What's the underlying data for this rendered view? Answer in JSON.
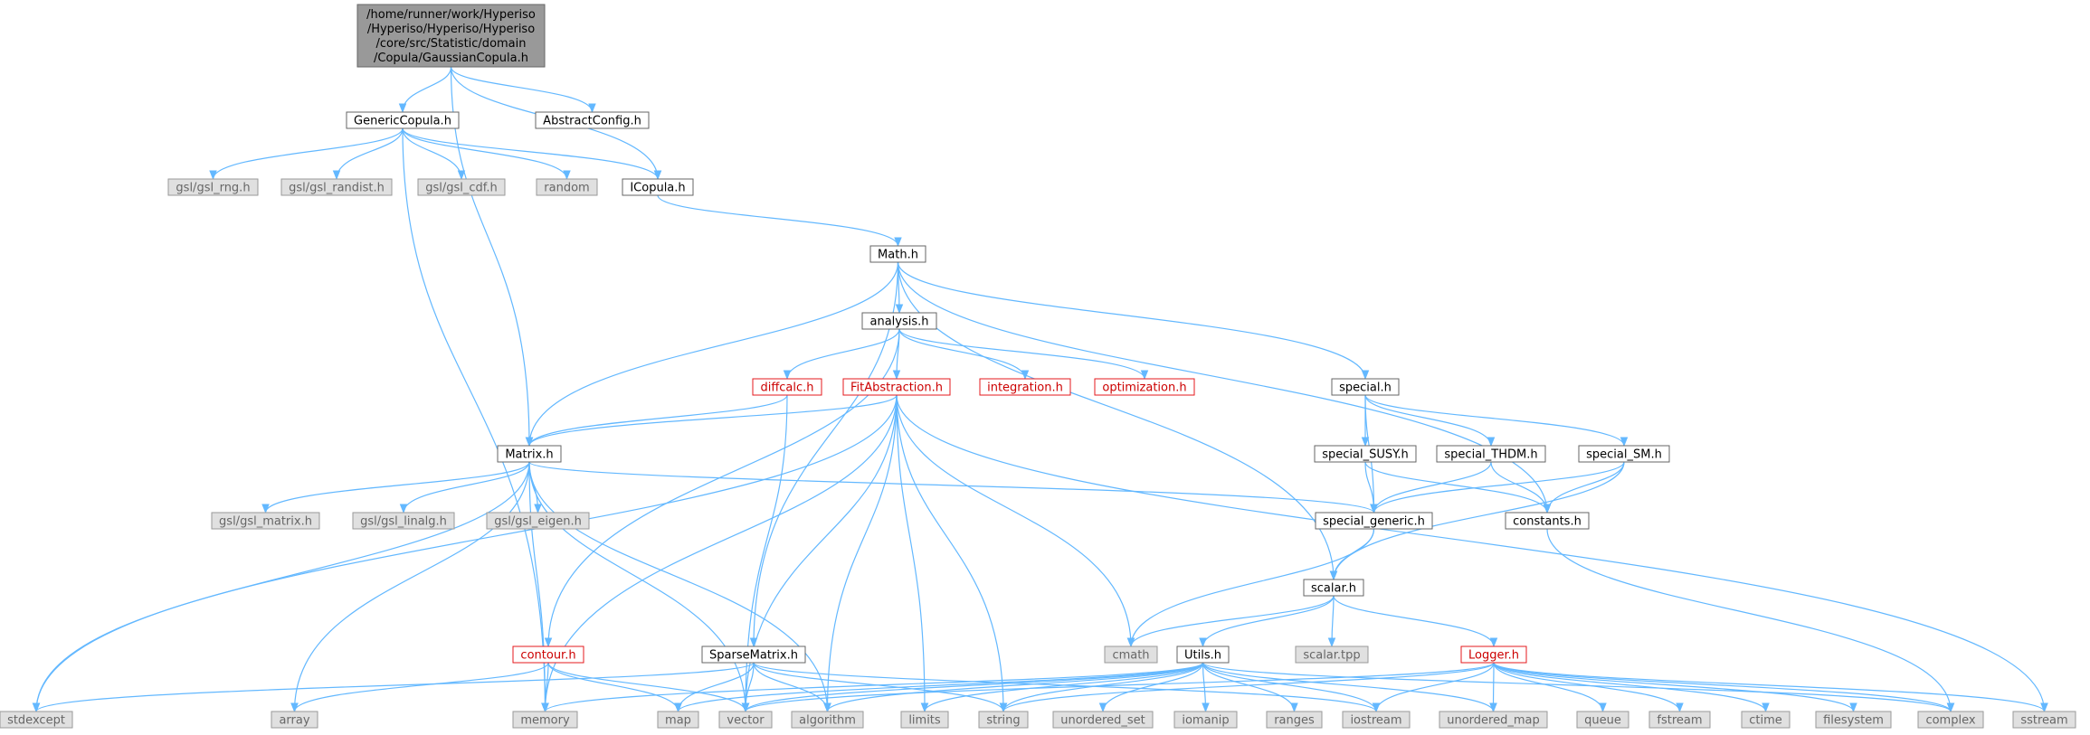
{
  "diagram": {
    "root_lines": [
      "/home/runner/work/Hyperiso",
      "/Hyperiso/Hyperiso/Hyperiso",
      "/core/src/Statistic/domain",
      "/Copula/GaussianCopula.h"
    ],
    "nodes": [
      {
        "id": "generic_copula",
        "label": "GenericCopula.h",
        "kind": "normal"
      },
      {
        "id": "abstract_config",
        "label": "AbstractConfig.h",
        "kind": "normal"
      },
      {
        "id": "gsl_rng",
        "label": "gsl/gsl_rng.h",
        "kind": "system"
      },
      {
        "id": "gsl_randist",
        "label": "gsl/gsl_randist.h",
        "kind": "system"
      },
      {
        "id": "gsl_cdf",
        "label": "gsl/gsl_cdf.h",
        "kind": "system"
      },
      {
        "id": "random",
        "label": "random",
        "kind": "system"
      },
      {
        "id": "icopula",
        "label": "ICopula.h",
        "kind": "normal"
      },
      {
        "id": "math",
        "label": "Math.h",
        "kind": "normal"
      },
      {
        "id": "analysis",
        "label": "analysis.h",
        "kind": "normal"
      },
      {
        "id": "diffcalc",
        "label": "diffcalc.h",
        "kind": "red"
      },
      {
        "id": "fitabstraction",
        "label": "FitAbstraction.h",
        "kind": "red"
      },
      {
        "id": "integration",
        "label": "integration.h",
        "kind": "red"
      },
      {
        "id": "optimization",
        "label": "optimization.h",
        "kind": "red"
      },
      {
        "id": "special",
        "label": "special.h",
        "kind": "normal"
      },
      {
        "id": "matrix",
        "label": "Matrix.h",
        "kind": "normal"
      },
      {
        "id": "special_susy",
        "label": "special_SUSY.h",
        "kind": "normal"
      },
      {
        "id": "special_thdm",
        "label": "special_THDM.h",
        "kind": "normal"
      },
      {
        "id": "special_sm",
        "label": "special_SM.h",
        "kind": "normal"
      },
      {
        "id": "gsl_matrix",
        "label": "gsl/gsl_matrix.h",
        "kind": "system"
      },
      {
        "id": "gsl_linalg",
        "label": "gsl/gsl_linalg.h",
        "kind": "system"
      },
      {
        "id": "gsl_eigen",
        "label": "gsl/gsl_eigen.h",
        "kind": "system"
      },
      {
        "id": "special_generic",
        "label": "special_generic.h",
        "kind": "normal"
      },
      {
        "id": "constants",
        "label": "constants.h",
        "kind": "normal"
      },
      {
        "id": "scalar",
        "label": "scalar.h",
        "kind": "normal"
      },
      {
        "id": "contour",
        "label": "contour.h",
        "kind": "red"
      },
      {
        "id": "sparsematrix",
        "label": "SparseMatrix.h",
        "kind": "normal"
      },
      {
        "id": "cmath",
        "label": "cmath",
        "kind": "system"
      },
      {
        "id": "utils",
        "label": "Utils.h",
        "kind": "normal"
      },
      {
        "id": "scalar_tpp",
        "label": "scalar.tpp",
        "kind": "system"
      },
      {
        "id": "logger",
        "label": "Logger.h",
        "kind": "red"
      },
      {
        "id": "stdexcept",
        "label": "stdexcept",
        "kind": "system"
      },
      {
        "id": "array",
        "label": "array",
        "kind": "system"
      },
      {
        "id": "memory",
        "label": "memory",
        "kind": "system"
      },
      {
        "id": "map",
        "label": "map",
        "kind": "system"
      },
      {
        "id": "vector",
        "label": "vector",
        "kind": "system"
      },
      {
        "id": "algorithm",
        "label": "algorithm",
        "kind": "system"
      },
      {
        "id": "limits",
        "label": "limits",
        "kind": "system"
      },
      {
        "id": "string",
        "label": "string",
        "kind": "system"
      },
      {
        "id": "unordered_set",
        "label": "unordered_set",
        "kind": "system"
      },
      {
        "id": "iomanip",
        "label": "iomanip",
        "kind": "system"
      },
      {
        "id": "ranges",
        "label": "ranges",
        "kind": "system"
      },
      {
        "id": "iostream",
        "label": "iostream",
        "kind": "system"
      },
      {
        "id": "unordered_map",
        "label": "unordered_map",
        "kind": "system"
      },
      {
        "id": "queue",
        "label": "queue",
        "kind": "system"
      },
      {
        "id": "fstream",
        "label": "fstream",
        "kind": "system"
      },
      {
        "id": "ctime",
        "label": "ctime",
        "kind": "system"
      },
      {
        "id": "filesystem",
        "label": "filesystem",
        "kind": "system"
      },
      {
        "id": "complex",
        "label": "complex",
        "kind": "system"
      },
      {
        "id": "sstream",
        "label": "sstream",
        "kind": "system"
      }
    ],
    "edges": [
      [
        "root",
        "generic_copula"
      ],
      [
        "root",
        "abstract_config"
      ],
      [
        "root",
        "icopula"
      ],
      [
        "root",
        "matrix"
      ],
      [
        "generic_copula",
        "gsl_rng"
      ],
      [
        "generic_copula",
        "gsl_randist"
      ],
      [
        "generic_copula",
        "gsl_cdf"
      ],
      [
        "generic_copula",
        "random"
      ],
      [
        "generic_copula",
        "icopula"
      ],
      [
        "generic_copula",
        "memory"
      ],
      [
        "icopula",
        "math"
      ],
      [
        "math",
        "analysis"
      ],
      [
        "math",
        "matrix"
      ],
      [
        "math",
        "sparsematrix"
      ],
      [
        "math",
        "special"
      ],
      [
        "math",
        "scalar"
      ],
      [
        "math",
        "constants"
      ],
      [
        "analysis",
        "diffcalc"
      ],
      [
        "analysis",
        "fitabstraction"
      ],
      [
        "analysis",
        "integration"
      ],
      [
        "analysis",
        "optimization"
      ],
      [
        "analysis",
        "contour"
      ],
      [
        "diffcalc",
        "matrix"
      ],
      [
        "diffcalc",
        "vector"
      ],
      [
        "fitabstraction",
        "matrix"
      ],
      [
        "fitabstraction",
        "stdexcept"
      ],
      [
        "fitabstraction",
        "memory"
      ],
      [
        "fitabstraction",
        "vector"
      ],
      [
        "fitabstraction",
        "algorithm"
      ],
      [
        "fitabstraction",
        "limits"
      ],
      [
        "fitabstraction",
        "string"
      ],
      [
        "fitabstraction",
        "cmath"
      ],
      [
        "fitabstraction",
        "sstream"
      ],
      [
        "special",
        "special_susy"
      ],
      [
        "special",
        "special_thdm"
      ],
      [
        "special",
        "special_sm"
      ],
      [
        "special",
        "special_generic"
      ],
      [
        "special_susy",
        "special_generic"
      ],
      [
        "special_susy",
        "constants"
      ],
      [
        "special_thdm",
        "special_generic"
      ],
      [
        "special_thdm",
        "constants"
      ],
      [
        "special_sm",
        "special_generic"
      ],
      [
        "special_sm",
        "constants"
      ],
      [
        "special_sm",
        "scalar"
      ],
      [
        "matrix",
        "gsl_matrix"
      ],
      [
        "matrix",
        "gsl_linalg"
      ],
      [
        "matrix",
        "gsl_eigen"
      ],
      [
        "matrix",
        "special_generic"
      ],
      [
        "matrix",
        "stdexcept"
      ],
      [
        "matrix",
        "array"
      ],
      [
        "matrix",
        "memory"
      ],
      [
        "matrix",
        "vector"
      ],
      [
        "matrix",
        "algorithm"
      ],
      [
        "special_generic",
        "scalar"
      ],
      [
        "special_generic",
        "cmath"
      ],
      [
        "constants",
        "complex"
      ],
      [
        "scalar",
        "cmath"
      ],
      [
        "scalar",
        "utils"
      ],
      [
        "scalar",
        "scalar_tpp"
      ],
      [
        "scalar",
        "logger"
      ],
      [
        "contour",
        "array"
      ],
      [
        "contour",
        "memory"
      ],
      [
        "contour",
        "map"
      ],
      [
        "contour",
        "vector"
      ],
      [
        "sparsematrix",
        "stdexcept"
      ],
      [
        "sparsematrix",
        "map"
      ],
      [
        "sparsematrix",
        "vector"
      ],
      [
        "sparsematrix",
        "algorithm"
      ],
      [
        "sparsematrix",
        "string"
      ],
      [
        "sparsematrix",
        "iostream"
      ],
      [
        "utils",
        "memory"
      ],
      [
        "utils",
        "map"
      ],
      [
        "utils",
        "vector"
      ],
      [
        "utils",
        "algorithm"
      ],
      [
        "utils",
        "limits"
      ],
      [
        "utils",
        "string"
      ],
      [
        "utils",
        "unordered_set"
      ],
      [
        "utils",
        "iomanip"
      ],
      [
        "utils",
        "ranges"
      ],
      [
        "utils",
        "iostream"
      ],
      [
        "utils",
        "unordered_map"
      ],
      [
        "utils",
        "complex"
      ],
      [
        "logger",
        "vector"
      ],
      [
        "logger",
        "string"
      ],
      [
        "logger",
        "iostream"
      ],
      [
        "logger",
        "unordered_map"
      ],
      [
        "logger",
        "queue"
      ],
      [
        "logger",
        "fstream"
      ],
      [
        "logger",
        "ctime"
      ],
      [
        "logger",
        "filesystem"
      ],
      [
        "logger",
        "complex"
      ],
      [
        "logger",
        "sstream"
      ]
    ]
  }
}
